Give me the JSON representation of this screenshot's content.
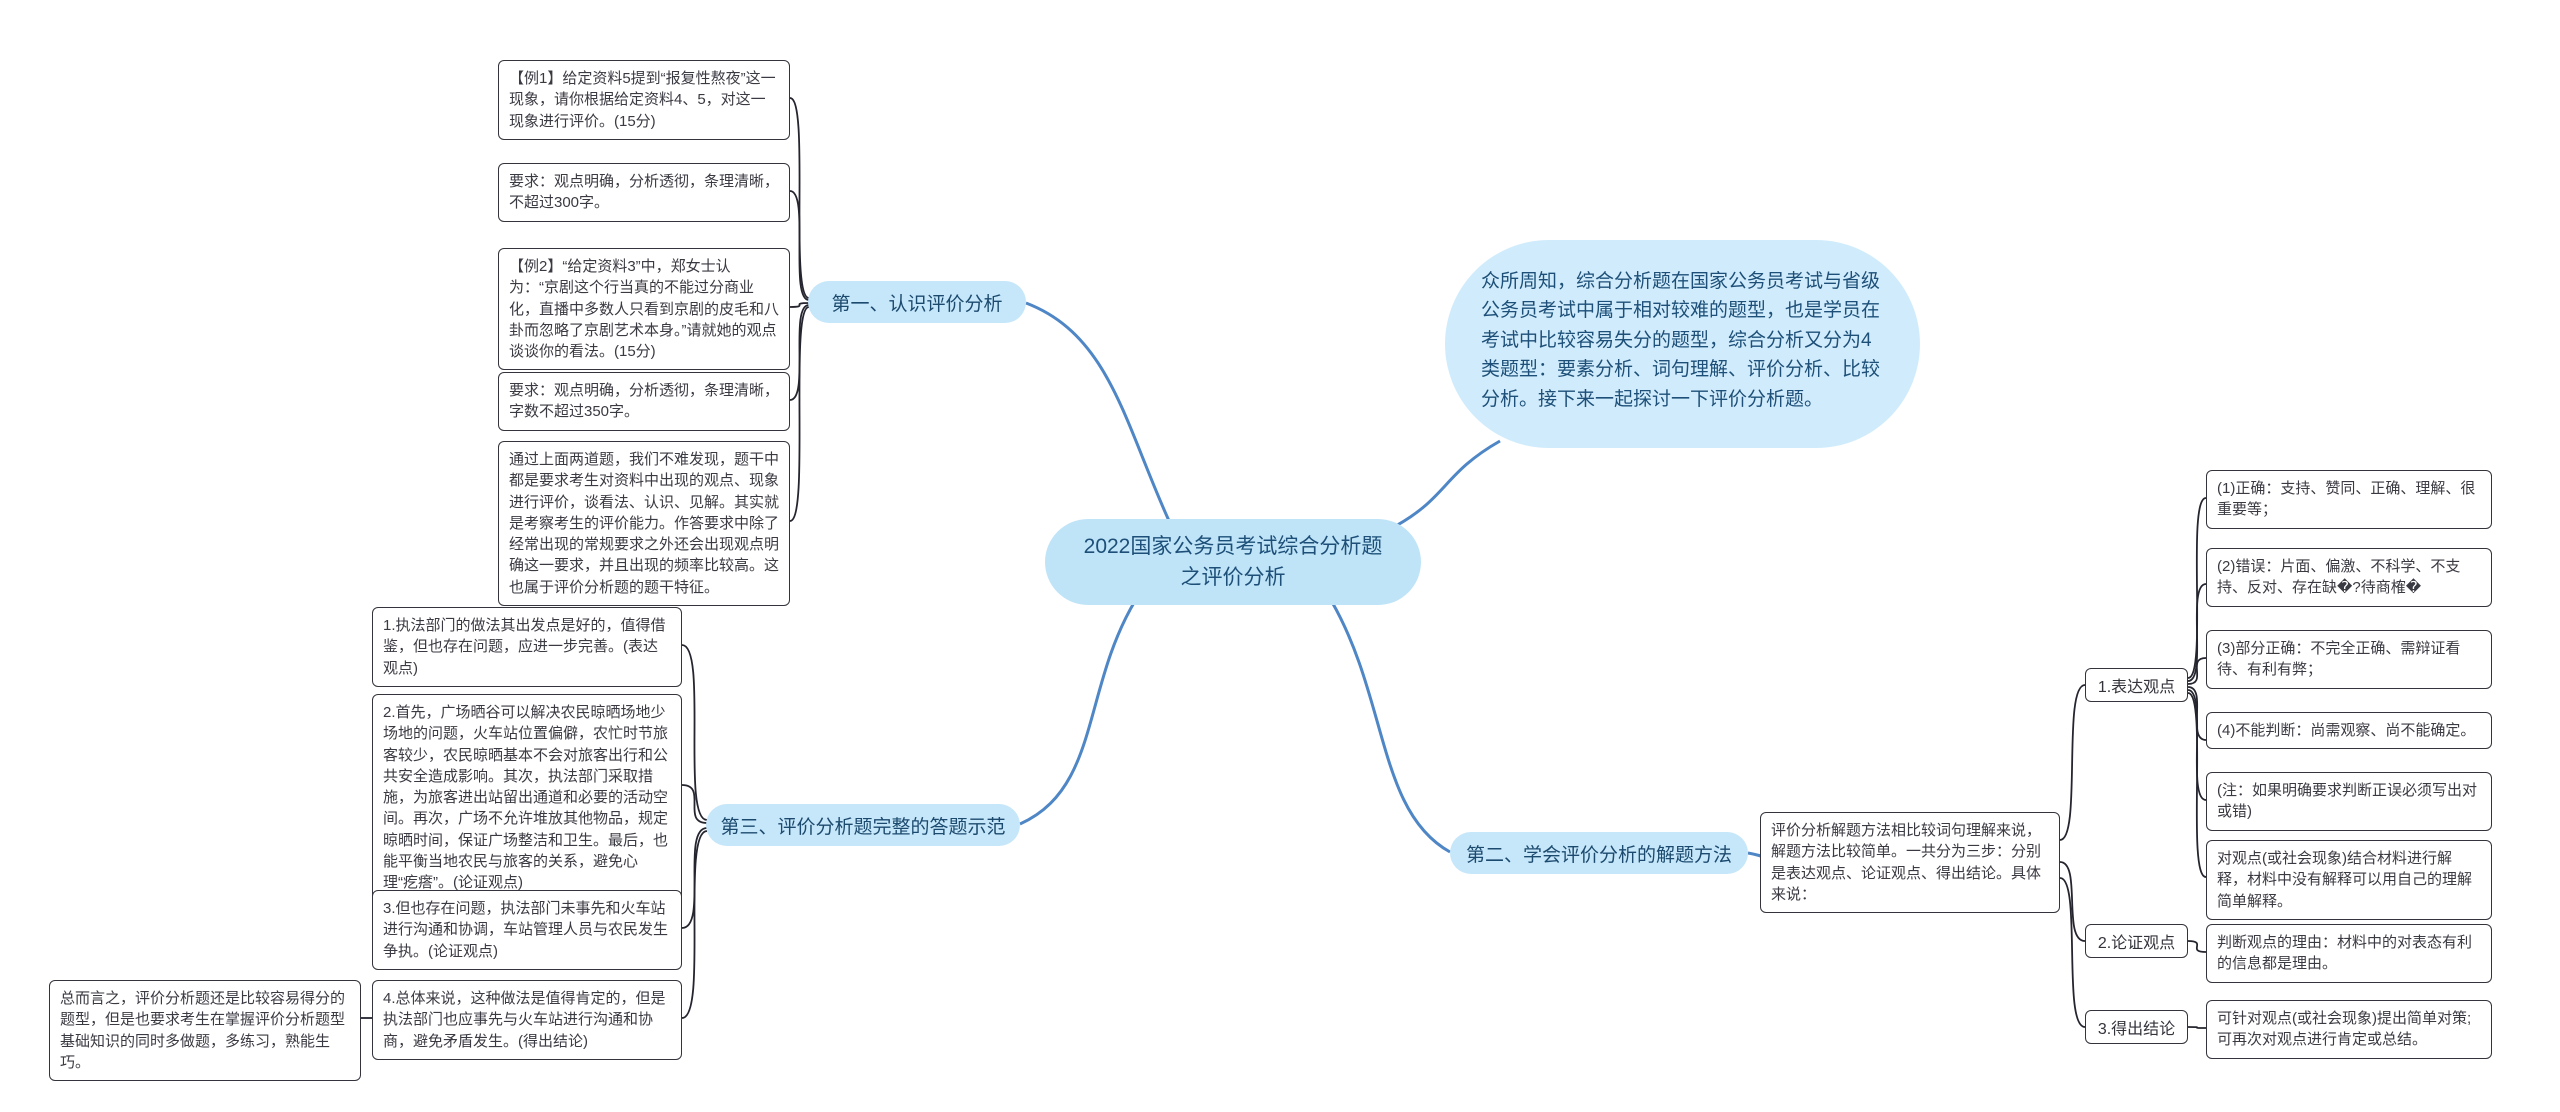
{
  "colors": {
    "topic_fill": "#c6e7fa",
    "topic_text": "#1c4a6e",
    "blob_fill": "#d0ecfc",
    "line_blue": "#4e86c6",
    "line_dark": "#25252f",
    "box_border": "#34343c"
  },
  "center": {
    "title": "2022国家公务员考试综合分析题之评价分析"
  },
  "intro": {
    "text": "众所周知，综合分析题在国家公务员考试与省级公务员考试中属于相对较难的题型，也是学员在考试中比较容易失分的题型，综合分析又分为4类题型：要素分析、词句理解、评价分析、比较分析。接下来一起探讨一下评价分析题。"
  },
  "branch_one": {
    "label": "第一、认识评价分析",
    "items": [
      "【例1】给定资料5提到“报复性熬夜”这一现象，请你根据给定资料4、5，对这一现象进行评价。(15分)",
      "要求：观点明确，分析透彻，条理清晰，不超过300字。",
      "【例2】“给定资料3”中，郑女士认为：“京剧这个行当真的不能过分商业化，直播中多数人只看到京剧的皮毛和八卦而忽略了京剧艺术本身。”请就她的观点谈谈你的看法。(15分)",
      "要求：观点明确，分析透彻，条理清晰，字数不超过350字。",
      "通过上面两道题，我们不难发现，题干中都是要求考生对资料中出现的观点、现象进行评价，谈看法、认识、见解。其实就是考察考生的评价能力。作答要求中除了经常出现的常规要求之外还会出现观点明确这一要求，并且出现的频率比较高。这也属于评价分析题的题干特征。"
    ]
  },
  "branch_two": {
    "label": "第二、学会评价分析的解题方法",
    "method": "评价分析解题方法相比较词句理解来说，解题方法比较简单。一共分为三步：分别是表达观点、论证观点、得出结论。具体来说：",
    "steps": [
      {
        "label": "1.表达观点",
        "children": [
          "(1)正确：支持、赞同、正确、理解、很重要等；",
          "(2)错误：片面、偏激、不科学、不支持、反对、存在缺�?待商榷�",
          "(3)部分正确：不完全正确、需辩证看待、有利有弊；",
          "(4)不能判断：尚需观察、尚不能确定。",
          "(注：如果明确要求判断正误必须写出对或错)",
          "对观点(或社会现象)结合材料进行解释，材料中没有解释可以用自己的理解简单解释。"
        ]
      },
      {
        "label": "2.论证观点",
        "children": [
          "判断观点的理由：材料中的对表态有利的信息都是理由。"
        ]
      },
      {
        "label": "3.得出结论",
        "children": [
          "可针对观点(或社会现象)提出简单对策;可再次对观点进行肯定或总结。"
        ]
      }
    ]
  },
  "branch_three": {
    "label": "第三、评价分析题完整的答题示范",
    "items": [
      "1.执法部门的做法其出发点是好的，值得借鉴，但也存在问题，应进一步完善。(表达观点)",
      "2.首先，广场晒谷可以解决农民晾晒场地少场地的问题，火车站位置偏僻，农忙时节旅客较少，农民晾晒基本不会对旅客出行和公共安全造成影响。其次，执法部门采取措施，为旅客进出站留出通道和必要的活动空间。再次，广场不允许堆放其他物品，规定晾晒时间，保证广场整洁和卫生。最后，也能平衡当地农民与旅客的关系，避免心理“疙瘩”。(论证观点)",
      "3.但也存在问题，执法部门未事先和火车站进行沟通和协调，车站管理人员与农民发生争执。(论证观点)",
      "4.总体来说，这种做法是值得肯定的，但是执法部门也应事先与火车站进行沟通和协商，避免矛盾发生。(得出结论)"
    ],
    "conclusion": "总而言之，评价分析题还是比较容易得分的题型，但是也要求考生在掌握评价分析题型基础知识的同时多做题，多练习，熟能生巧。"
  }
}
